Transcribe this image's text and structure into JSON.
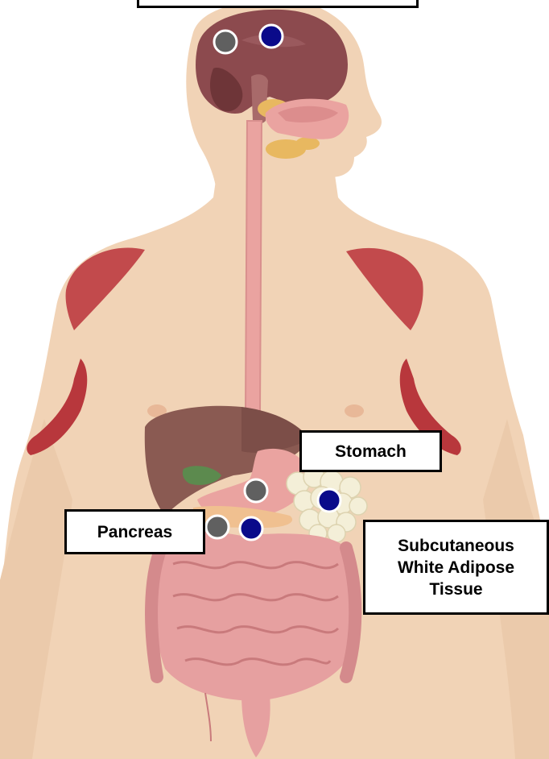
{
  "labels": {
    "stomach": "Stomach",
    "pancreas": "Pancreas",
    "adipose_line1": "Subcutaneous",
    "adipose_line2": "White Adipose",
    "adipose_line3": "Tissue"
  },
  "colors": {
    "skin": "#f1d3b6",
    "skin_shadow": "#e8c4a4",
    "brain": "#8c4a4e",
    "muscle": "#c24a4c",
    "esophagus": "#eaa3a0",
    "liver": "#8a5a52",
    "intestine": "#e6a0a0",
    "gallbladder": "#5c8a4e",
    "adipose": "#f4efd8",
    "marker_gray": "#606060",
    "marker_blue": "#0a0a8a"
  },
  "markers": [
    {
      "id": "brain-gray",
      "color": "gray"
    },
    {
      "id": "brain-blue",
      "color": "blue"
    },
    {
      "id": "stomach-gray",
      "color": "gray"
    },
    {
      "id": "pancreas-gray",
      "color": "gray"
    },
    {
      "id": "pancreas-blue",
      "color": "blue"
    },
    {
      "id": "adipose-blue",
      "color": "blue"
    }
  ]
}
